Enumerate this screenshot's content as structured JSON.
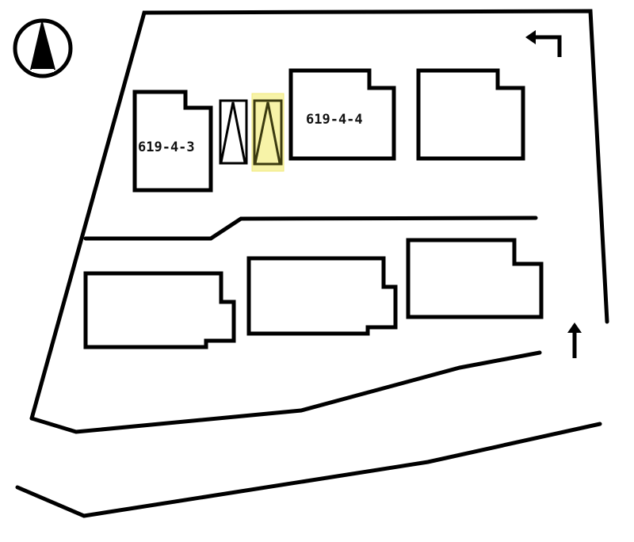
{
  "map": {
    "type": "site-plan",
    "colors": {
      "line": "#000000",
      "background": "#ffffff",
      "highlight": "#f7f3a8",
      "highlight_stroke": "#3b3a10"
    },
    "compass": {
      "icon": "north-arrow-icon",
      "direction": "N"
    },
    "lots": [
      {
        "id": "lot-619-4-3",
        "label": "619-4-3"
      },
      {
        "id": "lot-619-4-4",
        "label": "619-4-4"
      }
    ],
    "parking_spaces": [
      {
        "id": "parking-1",
        "highlighted": false
      },
      {
        "id": "parking-2",
        "highlighted": true
      }
    ],
    "arrows": [
      {
        "id": "turn-left-arrow",
        "icon": "turn-left-arrow-icon"
      },
      {
        "id": "up-arrow",
        "icon": "up-arrow-icon"
      }
    ]
  }
}
